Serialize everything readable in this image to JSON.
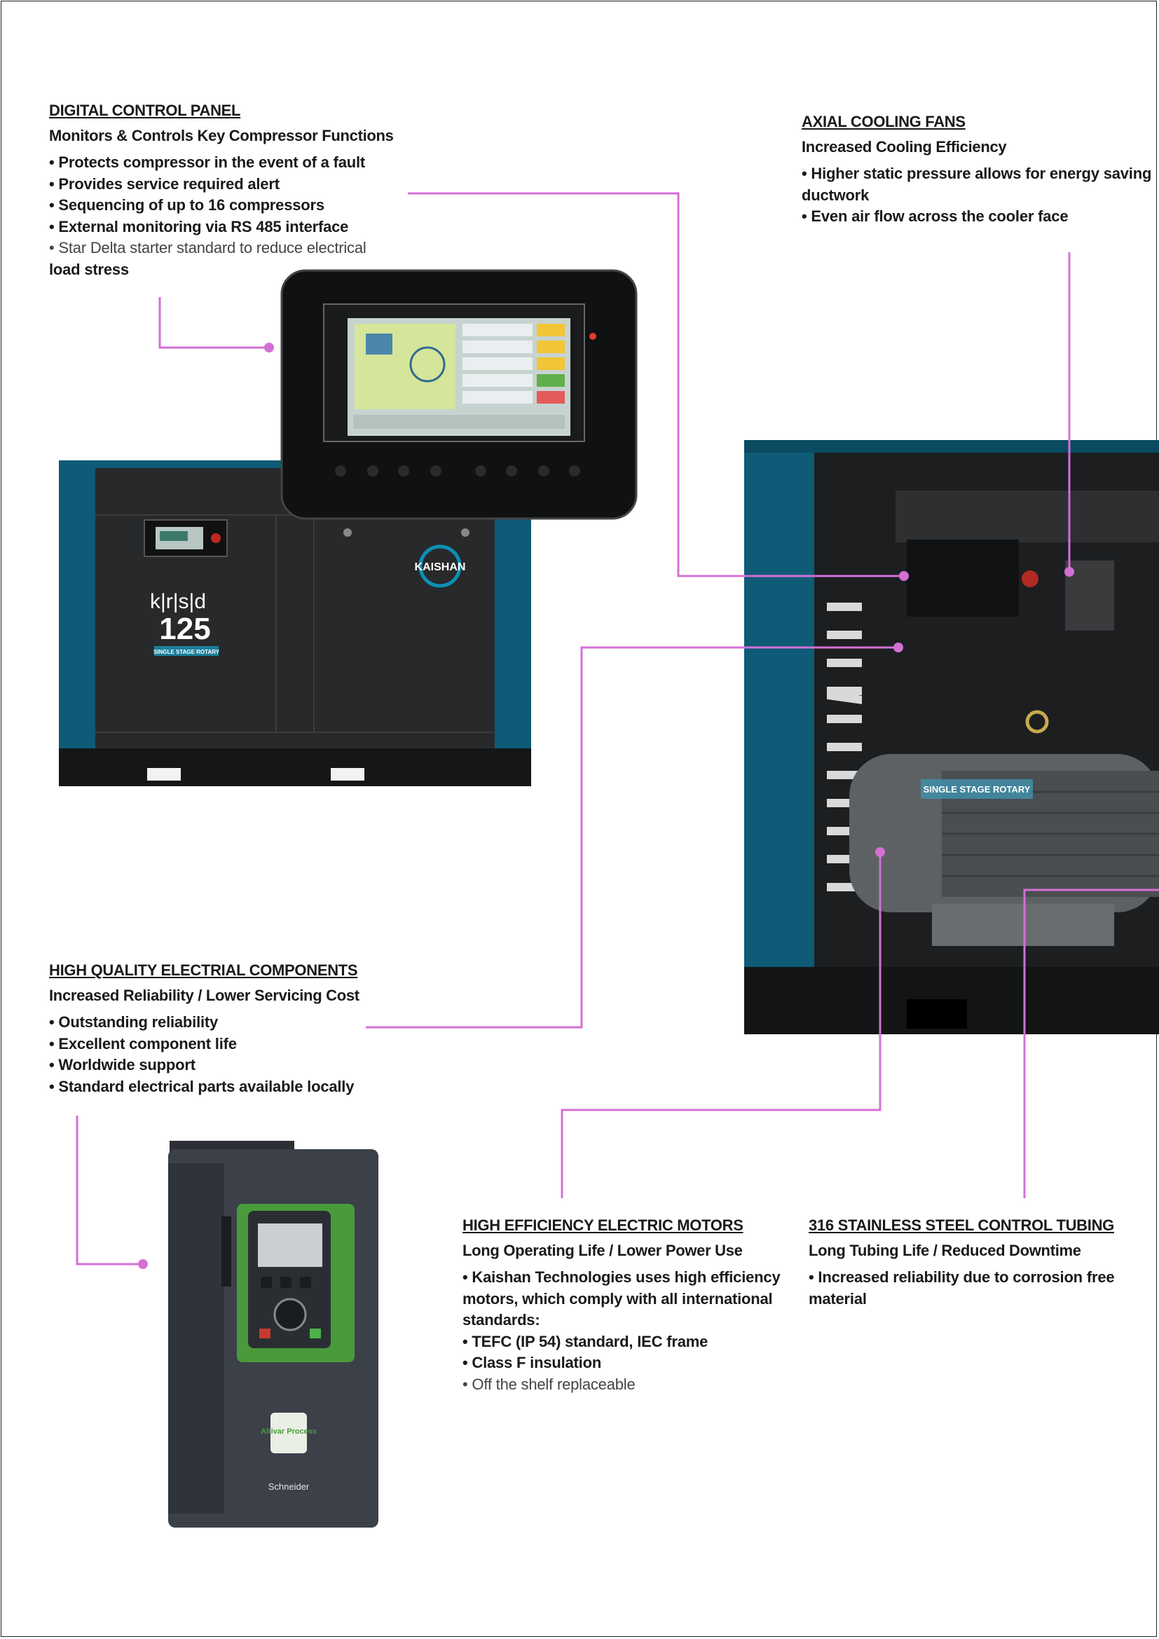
{
  "sections": {
    "control_panel": {
      "heading": "DIGITAL CONTROL PANEL",
      "subheading": "Monitors & Controls Key Compressor Functions",
      "bullets": [
        "• Protects compressor in the event of a fault",
        "• Provides service required alert",
        "• Sequencing of up to 16 compressors",
        "• External monitoring via RS 485 interface",
        "• Star Delta starter standard to reduce electrical",
        "load stress"
      ]
    },
    "cooling_fans": {
      "heading": "AXIAL COOLING FANS",
      "subheading": "Increased Cooling Efficiency",
      "bullets": [
        "• Higher static pressure allows for energy saving",
        "ductwork",
        "• Even air flow across the cooler face"
      ]
    },
    "electrical": {
      "heading": "HIGH QUALITY ELECTRIAL COMPONENTS",
      "subheading": "Increased Reliability / Lower Servicing Cost",
      "bullets": [
        "• Outstanding reliability",
        "• Excellent component life",
        "• Worldwide support",
        "• Standard electrical parts available locally"
      ]
    },
    "motors": {
      "heading": "HIGH EFFICIENCY ELECTRIC MOTORS",
      "subheading": "Long Operating Life / Lower Power Use",
      "bullets": [
        "• Kaishan Technologies uses high efficiency",
        "motors, which comply with all international",
        "standards:",
        "• TEFC (IP 54) standard, IEC frame",
        "• Class F insulation",
        "• Off the shelf replaceable"
      ]
    },
    "tubing": {
      "heading": "316 STAINLESS STEEL CONTROL TUBING",
      "subheading": "Long Tubing Life / Reduced Downtime",
      "bullets": [
        "• Increased reliability due to corrosion free",
        "material"
      ]
    }
  },
  "product": {
    "brand": "KAISHAN",
    "model_prefix": "k|r|s|d",
    "model_number": "125",
    "tag": "SINGLE STAGE ROTARY",
    "motor_tag": "SINGLE STAGE ROTARY"
  },
  "vfd": {
    "maker": "Schneider",
    "series": "Altivar Process"
  },
  "colors": {
    "accent_line": "#d46fd6",
    "teal": "#0e5f7a",
    "dark_panel": "#232527",
    "vfd_green": "#4a9a3c"
  }
}
